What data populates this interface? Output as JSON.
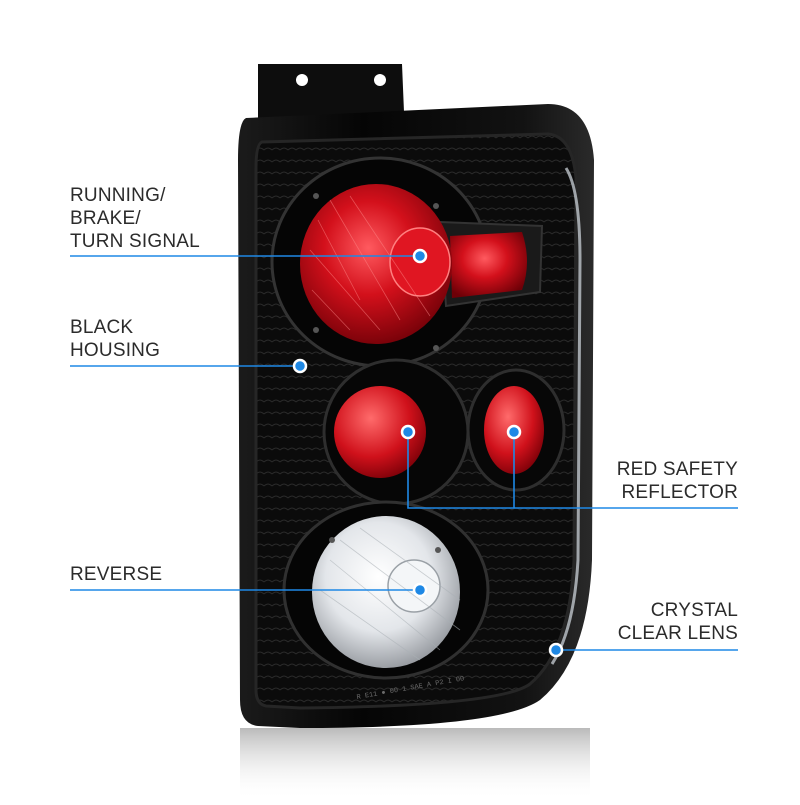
{
  "callouts": {
    "running": {
      "lines": [
        "RUNNING/",
        "BRAKE/",
        "TURN SIGNAL"
      ]
    },
    "housing": {
      "lines": [
        "BLACK",
        "HOUSING"
      ]
    },
    "reflector": {
      "lines": [
        "RED SAFETY",
        "REFLECTOR"
      ]
    },
    "reverse": {
      "lines": [
        "REVERSE"
      ]
    },
    "lens": {
      "lines": [
        "CRYSTAL",
        "CLEAR LENS"
      ]
    }
  },
  "lens_marking": "R  E11 ● 00  1 SAE A P2 I 00",
  "colors": {
    "callout_line": "#1e88e5",
    "text": "#2b2b2b",
    "housing": "#0a0a0a",
    "brake_red": "#c8101a",
    "reflector_red": "#d5121c"
  }
}
